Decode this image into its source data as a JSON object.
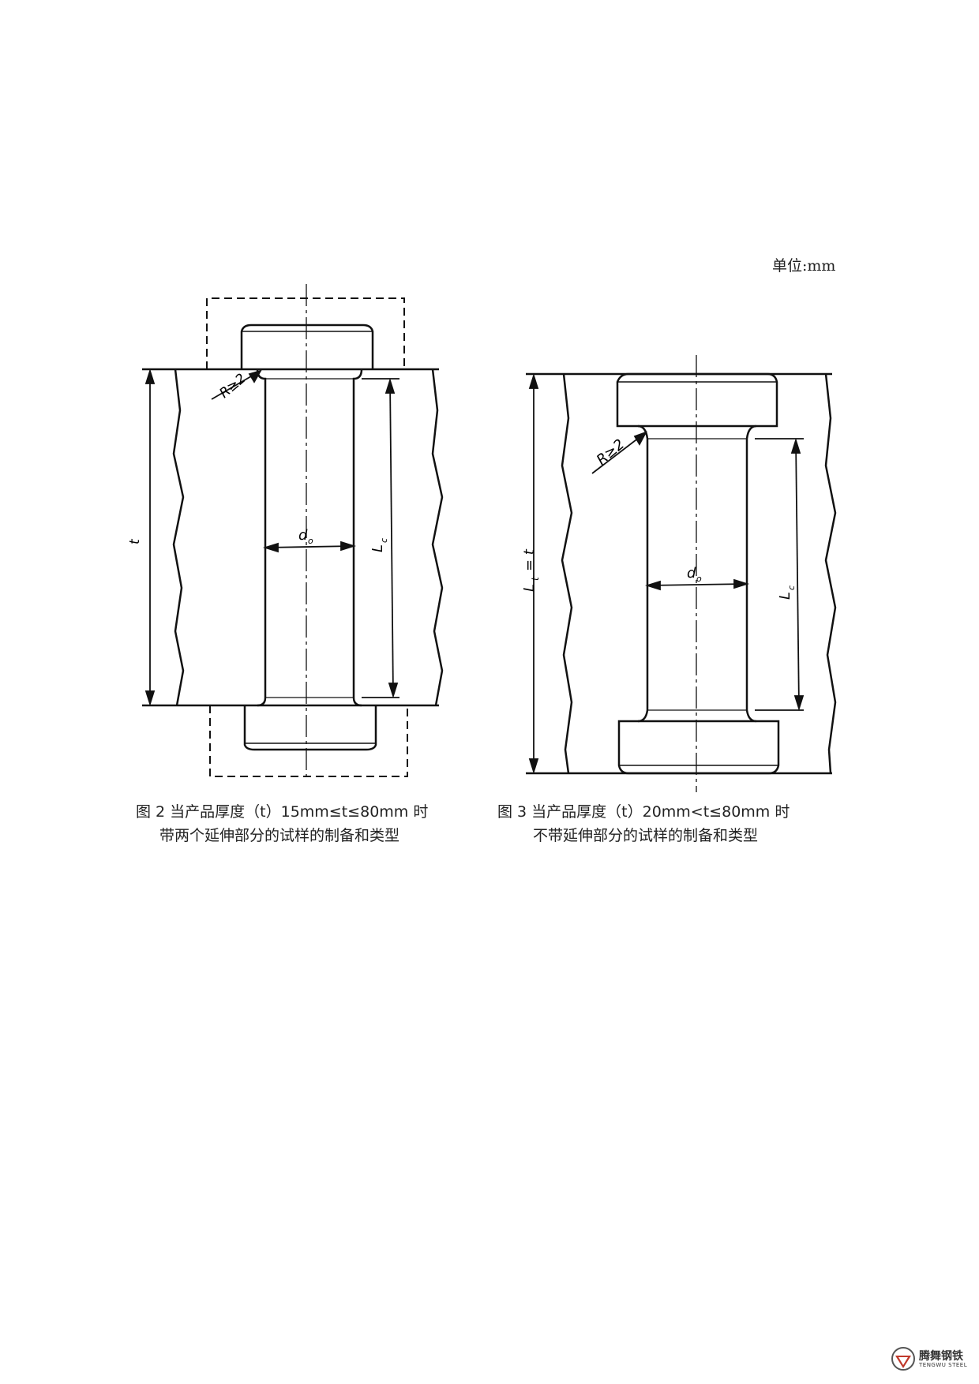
{
  "unit_label": "单位:mm",
  "figure2": {
    "caption_line1": "图 2 当产品厚度（t）15mm≤t≤80mm 时",
    "caption_line2": "带两个延伸部分的试样的制备和类型",
    "labels": {
      "radius": "R≥2",
      "thickness": "t",
      "diameter": "d",
      "diameter_sub": "o",
      "length": "L",
      "length_sub": "c"
    }
  },
  "figure3": {
    "caption_line1": "图 3 当产品厚度（t）20mm<t≤80mm 时",
    "caption_line2": "不带延伸部分的试样的制备和类型",
    "labels": {
      "radius": "R≥2",
      "total_length": "L",
      "total_length_sub": "t",
      "total_length_eq": "= t",
      "diameter": "d",
      "diameter_sub": "o",
      "length": "L",
      "length_sub": "c"
    }
  },
  "logo": {
    "name": "腾舞钢铁",
    "sub": "TENGWU STEEL"
  }
}
